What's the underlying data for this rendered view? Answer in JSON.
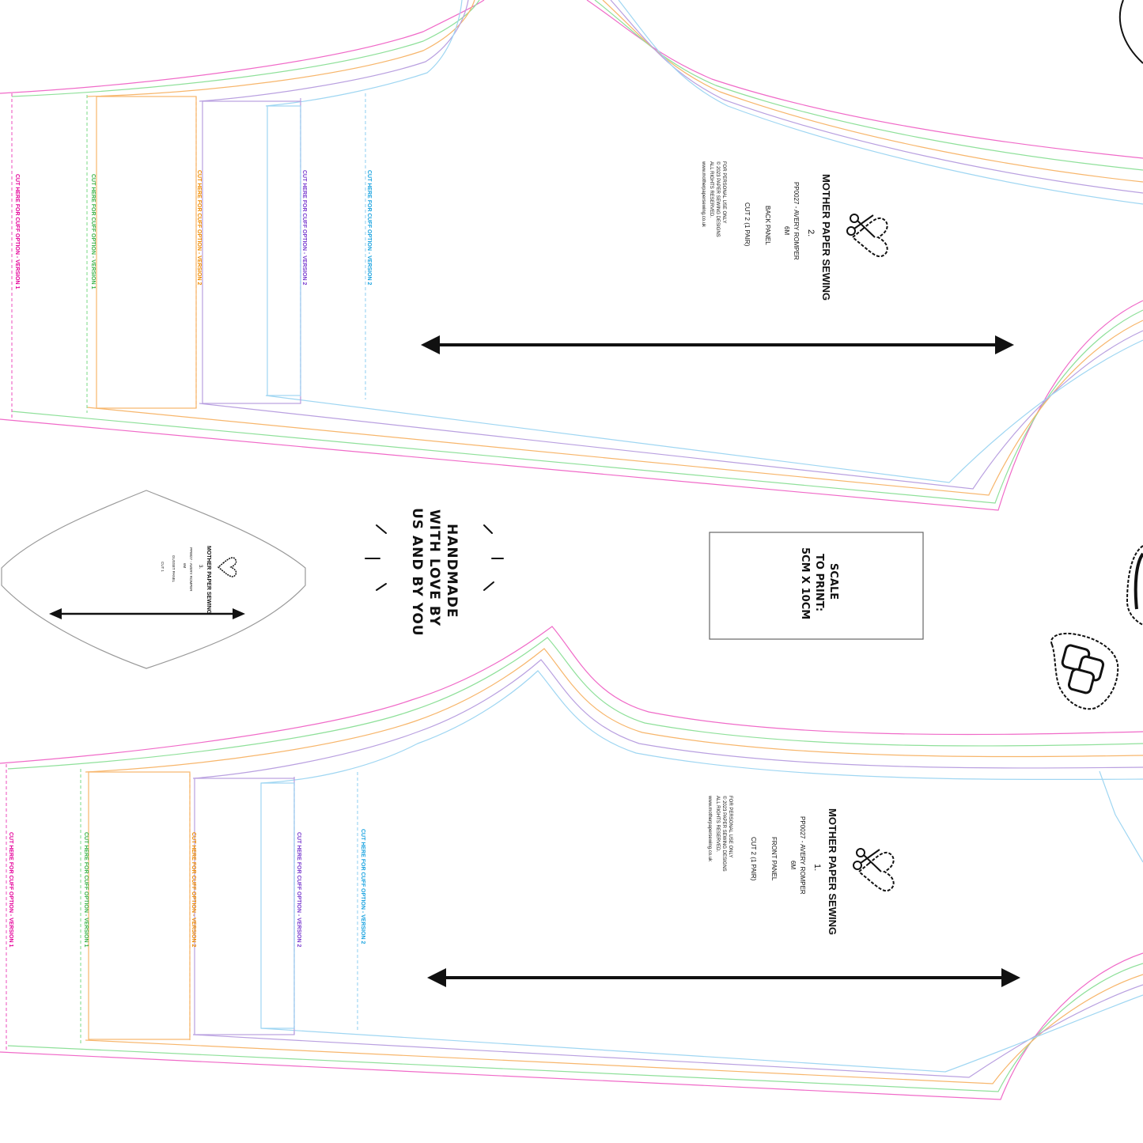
{
  "colors": {
    "pink": "#f06ac8",
    "green": "#8fe09a",
    "orange": "#f7b66c",
    "purple": "#b9a0e0",
    "blue": "#9fd6f2",
    "pink_text": "#e5009a",
    "green_text": "#3cb44b",
    "orange_text": "#f08c00",
    "purple_text": "#7a3ccf",
    "blue_text": "#1aa3e0",
    "ink": "#111111"
  },
  "top_panel": {
    "cut_labels": [
      "CUT HERE FOR CUFF OPTION - VERSION 1",
      "CUT HERE FOR CUFF OPTION - VERSION 1",
      "CUT HERE FOR CUFF OPTION - VERSION 2",
      "CUT HERE FOR CUFF OPTION - VERSION 2",
      "CUT HERE FOR CUFF OPTION - VERSION 2"
    ],
    "label": {
      "brand": "MOTHER PAPER SEWING",
      "piece_number": "2.",
      "pattern": "PP0027 - AVERY ROMPER",
      "size": "6M",
      "piece_name": "BACK PANEL",
      "cut": "CUT 2 (1 PAIR)",
      "legal1": "FOR PERSONAL USE ONLY",
      "legal2": "© 2023 PAPER SEWING DESIGNS",
      "legal3": "ALL RIGHTS RESERVED.",
      "url": "www.motherpapersewing.co.uk"
    }
  },
  "bottom_panel": {
    "cut_labels": [
      "CUT HERE FOR CUFF OPTION - VERSION 1",
      "CUT HERE FOR CUFF OPTION - VERSION 1",
      "CUT HERE FOR CUFF OPTION - VERSION 2",
      "CUT HERE FOR CUFF OPTION - VERSION 2",
      "CUT HERE FOR CUFF OPTION - VERSION 2"
    ],
    "label": {
      "brand": "MOTHER PAPER SEWING",
      "piece_number": "1.",
      "pattern": "PP0027 - AVERY ROMPER",
      "size": "6M",
      "piece_name": "FRONT PANEL",
      "cut": "CUT 2 (1 PAIR)",
      "legal1": "FOR PERSONAL USE ONLY",
      "legal2": "© 2023 PAPER SEWING DESIGNS",
      "legal3": "ALL RIGHTS RESERVED.",
      "url": "www.motherpapersewing.co.uk"
    }
  },
  "small_piece": {
    "brand": "MOTHER PAPER SEWING",
    "piece_number": "3.",
    "pattern": "PP0027 - AVERY ROMPER",
    "size": "6M",
    "piece_name": "GUSSET PANEL",
    "cut": "CUT 1"
  },
  "slogan": {
    "line1": "HANDMADE",
    "line2": "WITH LOVE BY",
    "line3": "US AND BY YOU"
  },
  "scale_box": {
    "line1": "SCALE",
    "line2": "TO PRINT:",
    "line3": "5CM X 10CM"
  }
}
